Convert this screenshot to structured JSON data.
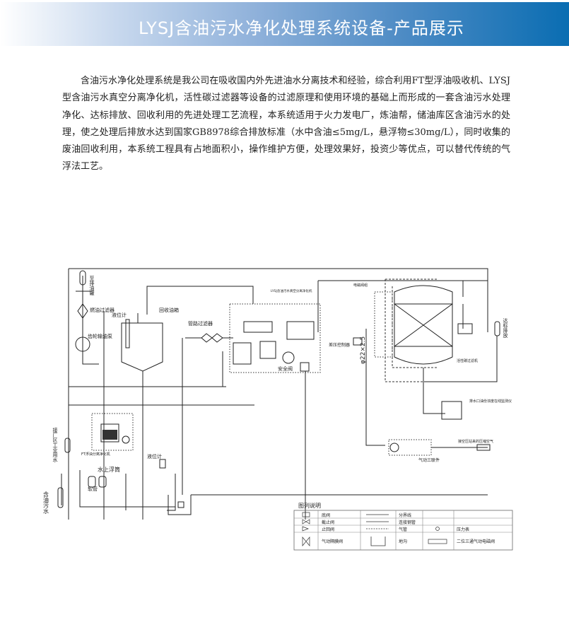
{
  "header": {
    "title": "LYSJ含油污水净化处理系统设备-产品展示",
    "gradient_end": "#0a6db2"
  },
  "intro": "含油污水净化处理系统是我公司在吸收国内外先进油水分离技术和经验，综合利用FT型浮油吸收机、LYSJ型含油污水真空分离净化机，活性碳过滤器等设备的过滤原理和使用环境的基础上而形成的一套含油污水处理净化、达标排放、回收利用的先进处理工艺流程，本系统适用于火力发电厂，炼油帮，储油库区含油污水的处理，使之处理后排放水达到国家GB8978综合排放标准（水中含油≤5mg/L，悬浮物≤30mg/L），同时收集的废油回收利用，本系统工程具有占地面积小，操作维护方便，处理效果好，投资少等优点，可以替代传统的气浮法工艺。",
  "diagram": {
    "labels": {
      "to_oil_tank": "至排油罐",
      "oil_filter": "燃油过滤器",
      "gear_pump": "齿轮输油泵",
      "level_gauge": "液位计",
      "recovery_tank": "回收油箱",
      "pipe_filter": "管路过滤器",
      "lysj_unit": "LYSJ含油污水真空分离净化机",
      "safety_valve": "安全阀",
      "solenoid_group": "电磁阀组",
      "dp_controller": "差压控制器",
      "pipe_spec": "φ22×2.5",
      "carbon_filter": "活性碳过滤机",
      "discharge": "达标排放",
      "oil_monitor": "排水口油份浓度在线监测仪",
      "air_source": "接空压站来的压缩空气",
      "pneumatic_triple": "气动三联件",
      "industrial_water": "接厂区工业用水",
      "ft_unit": "FT浮油分离净化机",
      "float": "水上浮筒",
      "hose": "软管",
      "oily_water": "含油污水",
      "level_gauge2": "液位计"
    },
    "legend": {
      "title": "图列说明",
      "rows": [
        [
          "底阀",
          "分界线",
          "",
          ""
        ],
        [
          "截止阀",
          "连接钢管",
          "",
          ""
        ],
        [
          "止回阀",
          "气管",
          "",
          "压力表"
        ],
        [
          "气动隔膜阀",
          "地沟",
          "",
          "二位三通气动电磁阀"
        ]
      ]
    }
  }
}
